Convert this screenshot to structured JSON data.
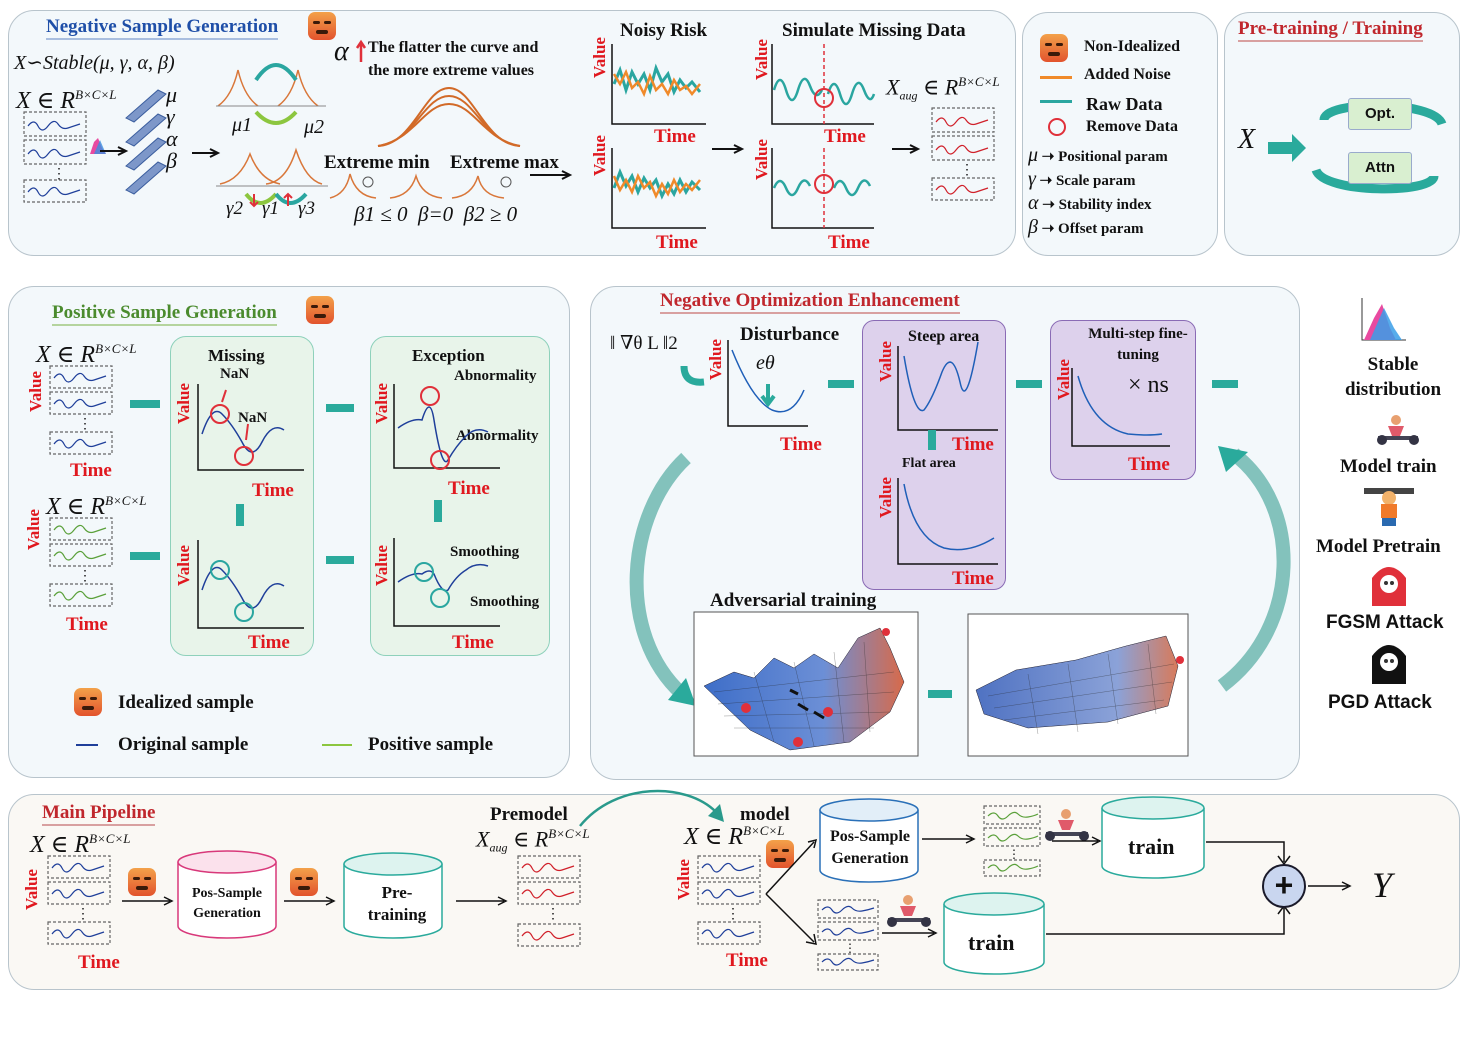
{
  "neg_gen": {
    "title": "Negative Sample Generation",
    "stable": "X∽Stable(μ,  γ,  α,  β)",
    "x_def": "X ∈ R",
    "x_sup": "B×C×L",
    "params": [
      "μ",
      "γ",
      "α",
      "β"
    ],
    "mu1": "μ1",
    "mu2": "μ2",
    "g2": "γ2",
    "g1": "γ1",
    "g3": "γ3",
    "alpha_sym": "α",
    "alpha_text": "The flatter the curve and the more extreme values",
    "extreme_min": "Extreme min",
    "extreme_max": "Extreme max",
    "beta1": "β1 ≤ 0",
    "beta0": "β=0",
    "beta2": "β2 ≥ 0",
    "noisy_risk": "Noisy Risk",
    "simulate_missing": "Simulate Missing Data",
    "value": "Value",
    "time": "Time",
    "x_aug": "X",
    "x_aug_sub": "aug",
    "x_aug_rest": "∈ R"
  },
  "legend": {
    "items": [
      {
        "label": "Non-Idealized"
      },
      {
        "label": "Added Noise"
      },
      {
        "label": "Raw Data"
      },
      {
        "label": "Remove Data"
      }
    ],
    "params": [
      {
        "sym": "μ",
        "label": "Positional param"
      },
      {
        "sym": "γ",
        "label": "Scale param"
      },
      {
        "sym": "α",
        "label": "Stability index"
      },
      {
        "sym": "β",
        "label": "Offset param"
      }
    ],
    "colors": {
      "noise": "#f08a2a",
      "raw": "#2aa6a0",
      "remove": "#e0303a"
    }
  },
  "pretrain": {
    "title": "Pre-training / Training",
    "x": "X",
    "opt": "Opt.",
    "attn": "Attn"
  },
  "pos_gen": {
    "title": "Positive Sample Generation",
    "missing": "Missing",
    "nan1": "NaN",
    "nan2": "NaN",
    "exception": "Exception",
    "abn1": "Abnormality",
    "abn2": "Abnormality",
    "smooth1": "Smoothing",
    "smooth2": "Smoothing",
    "legend_idealized": "Idealized sample",
    "legend_original": "Original sample",
    "legend_positive": "Positive sample"
  },
  "neg_opt": {
    "title": "Negative Optimization Enhancement",
    "grad": "‖ ∇θ  L ‖2",
    "disturbance": "Disturbance",
    "e_theta": "eθ",
    "steep": "Steep area",
    "flat": "Flat area",
    "multistep": "Multi-step fine-tuning",
    "times_ns": "× ns",
    "adversarial": "Adversarial training"
  },
  "icons_legend": [
    {
      "icon": "stable-distribution-icon",
      "label": "Stable distribution"
    },
    {
      "icon": "model-train-icon",
      "label": "Model train"
    },
    {
      "icon": "model-pretrain-icon",
      "label": "Model Pretrain"
    },
    {
      "icon": "fgsm-attack-icon",
      "label": "FGSM Attack"
    },
    {
      "icon": "pgd-attack-icon",
      "label": "PGD Attack"
    }
  ],
  "main": {
    "title": "Main Pipeline",
    "pos_sample": "Pos-Sample Generation",
    "pretraining": "Pre- training",
    "premodel": "Premodel",
    "model": "model",
    "train1": "train",
    "train2": "train",
    "y": "Y",
    "plus": "+"
  }
}
